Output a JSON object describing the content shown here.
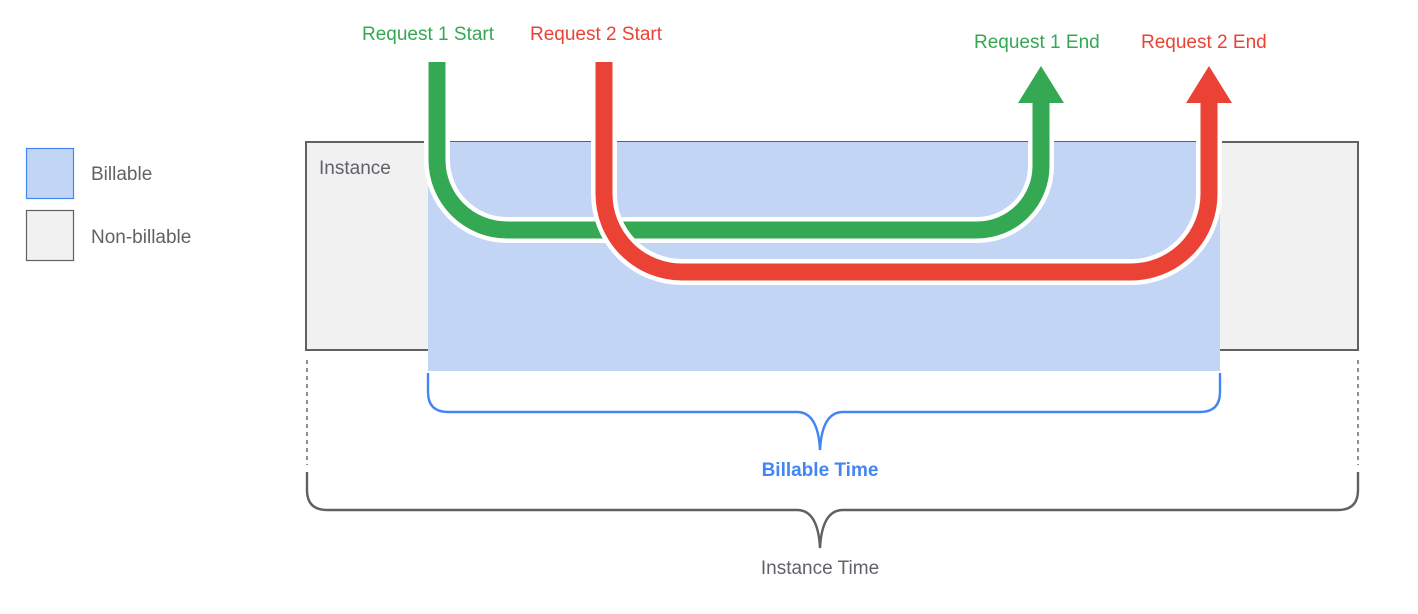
{
  "colors": {
    "green": "#34a853",
    "red": "#ea4335",
    "billable_fill": "#c3d5f4",
    "billable_border": "#4285f4",
    "nonbillable_fill": "#f1f1f1",
    "nonbillable_border": "#616161",
    "text_gray": "#5f6368",
    "brace_gray": "#616161",
    "brace_blue": "#4285f4"
  },
  "legend": {
    "billable_label": "Billable",
    "nonbillable_label": "Non-billable"
  },
  "instance": {
    "label": "Instance"
  },
  "requests": {
    "r1_start": "Request 1 Start",
    "r2_start": "Request 2 Start",
    "r1_end": "Request 1 End",
    "r2_end": "Request 2 End"
  },
  "braces": {
    "billable_time": "Billable Time",
    "instance_time": "Instance Time"
  }
}
